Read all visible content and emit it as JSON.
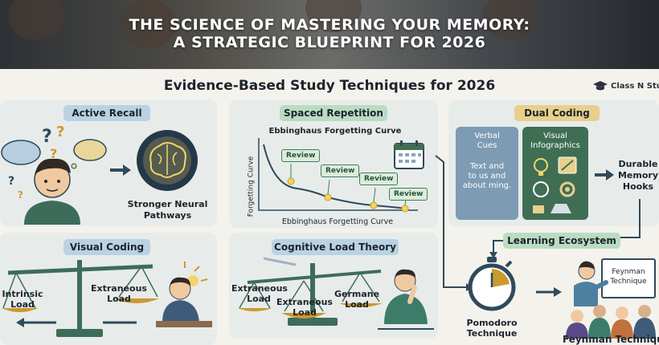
{
  "header": {
    "title_line1": "THE SCIENCE OF MASTERING YOUR MEMORY:",
    "title_line2": "A STRATEGIC BLUEPRINT FOR 2026"
  },
  "subtitle": "Evidence-Based Study Techniques for 2026",
  "brand": "Class N Stu",
  "active_recall": {
    "title": "Active Recall",
    "caption_line1": "Stronger Neural",
    "caption_line2": "Pathways"
  },
  "spaced_repetition": {
    "title": "Spaced Repetition",
    "chart_title": "Ebbinghaus Forgetting Curve",
    "y_label": "Forgetting Curve",
    "x_label": "Ebbinghaus Forgetting Curve",
    "review_label": "Review"
  },
  "dual_coding": {
    "title": "Dual Coding",
    "verbal_title_line1": "Verbal",
    "verbal_title_line2": "Cues",
    "verbal_text_line1": "Text and",
    "verbal_text_line2": "to us and",
    "verbal_text_line3": "about ming.",
    "visual_title_line1": "Visual",
    "visual_title_line2": "Infographics",
    "result_line1": "Durable",
    "result_line2": "Memory",
    "result_line3": "Hooks"
  },
  "learning_ecosystem": "Learning Ecosystem",
  "visual_coding": {
    "title": "Visual Coding",
    "intrinsic_line1": "Intrinsic",
    "intrinsic_line2": "Load",
    "extraneous_line1": "Extraneous",
    "extraneous_line2": "Load"
  },
  "cognitive_load": {
    "title": "Cognitive Load Theory",
    "extraneous_line1": "Extraneous",
    "extraneous_line2": "Load",
    "extraneous2_line1": "Extraneous",
    "extraneous2_line2": "Load",
    "germane_line1": "Germane",
    "germane_line2": "Load"
  },
  "pomodoro": {
    "line1": "Pomodoro",
    "line2": "Technique"
  },
  "feynman": {
    "board_line1": "Feynman",
    "board_line2": "Technique",
    "label": "Feynman Technique"
  },
  "colors": {
    "blue_pill": "#b9d2e4",
    "green_pill": "#b9dcc2",
    "gold_pill": "#e8cf8c",
    "verbal_panel": "#7d9bb3",
    "visual_panel": "#3f6e55",
    "arrow": "#2f4a5c"
  }
}
